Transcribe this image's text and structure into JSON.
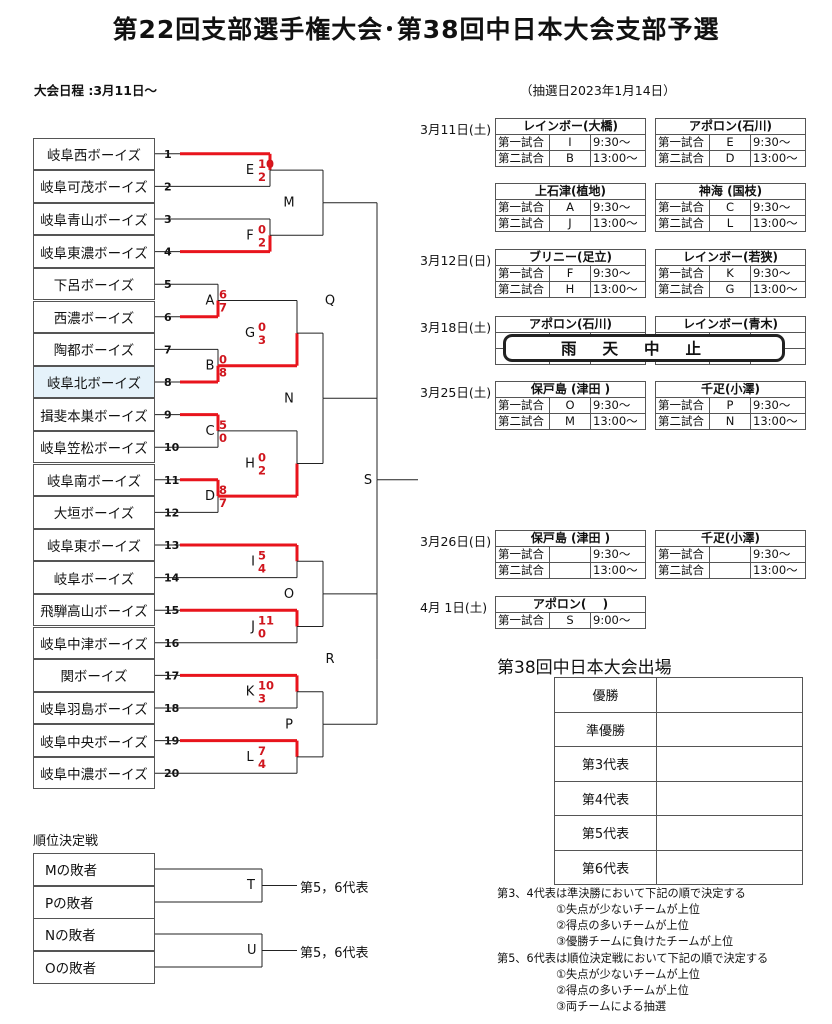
{
  "title": "第22回支部選手権大会･第38回中日本大会支部予選",
  "schedule_label": "大会日程 :3月11日～",
  "draw_date": "（抽選日2023年1月14日）",
  "teams": [
    {
      "num": "1",
      "name": "岐阜西ボーイズ"
    },
    {
      "num": "2",
      "name": "岐阜可茂ボーイズ"
    },
    {
      "num": "3",
      "name": "岐阜青山ボーイズ"
    },
    {
      "num": "4",
      "name": "岐阜東濃ボーイズ"
    },
    {
      "num": "5",
      "name": "下呂ボーイズ"
    },
    {
      "num": "6",
      "name": "西濃ボーイズ"
    },
    {
      "num": "7",
      "name": "陶都ボーイズ"
    },
    {
      "num": "8",
      "name": "岐阜北ボーイズ"
    },
    {
      "num": "9",
      "name": "揖斐本巣ボーイズ"
    },
    {
      "num": "10",
      "name": "岐阜笠松ボーイズ"
    },
    {
      "num": "11",
      "name": "岐阜南ボーイズ"
    },
    {
      "num": "12",
      "name": "大垣ボーイズ"
    },
    {
      "num": "13",
      "name": "岐阜東ボーイズ"
    },
    {
      "num": "14",
      "name": "岐阜ボーイズ"
    },
    {
      "num": "15",
      "name": "飛騨高山ボーイズ"
    },
    {
      "num": "16",
      "name": "岐阜中津ボーイズ"
    },
    {
      "num": "17",
      "name": "関ボーイズ"
    },
    {
      "num": "18",
      "name": "岐阜羽島ボーイズ"
    },
    {
      "num": "19",
      "name": "岐阜中央ボーイズ"
    },
    {
      "num": "20",
      "name": "岐阜中濃ボーイズ"
    }
  ],
  "matches": [
    {
      "id": "A",
      "top": "6",
      "bot": "7"
    },
    {
      "id": "B",
      "top": "0",
      "bot": "8"
    },
    {
      "id": "C",
      "top": "5",
      "bot": "0"
    },
    {
      "id": "D",
      "top": "8",
      "bot": "7"
    },
    {
      "id": "E",
      "top": "10",
      "bot": "2"
    },
    {
      "id": "F",
      "top": "0",
      "bot": "2"
    },
    {
      "id": "G",
      "top": "0",
      "bot": "3"
    },
    {
      "id": "H",
      "top": "0",
      "bot": "2"
    },
    {
      "id": "I",
      "top": "5",
      "bot": "4"
    },
    {
      "id": "J",
      "top": "11",
      "bot": "0"
    },
    {
      "id": "K",
      "top": "10",
      "bot": "3"
    },
    {
      "id": "L",
      "top": "7",
      "bot": "4"
    },
    {
      "id": "M"
    },
    {
      "id": "N"
    },
    {
      "id": "O"
    },
    {
      "id": "P"
    },
    {
      "id": "Q"
    },
    {
      "id": "R"
    },
    {
      "id": "S"
    }
  ],
  "schedule": [
    {
      "date": "3月11日(土)",
      "venues": [
        {
          "venue": "レインボー(大橋)",
          "rows": [
            [
              "第一試合",
              "I",
              "9:30～"
            ],
            [
              "第二試合",
              "B",
              "13:00～"
            ]
          ]
        },
        {
          "venue": "アポロン(石川)",
          "rows": [
            [
              "第一試合",
              "E",
              "9:30～"
            ],
            [
              "第二試合",
              "D",
              "13:00～"
            ]
          ]
        }
      ]
    },
    {
      "date": "",
      "venues": [
        {
          "venue": "上石津(植地)",
          "rows": [
            [
              "第一試合",
              "A",
              "9:30～"
            ],
            [
              "第二試合",
              "J",
              "13:00～"
            ]
          ]
        },
        {
          "venue": "神海 (国枝)",
          "rows": [
            [
              "第一試合",
              "C",
              "9:30～"
            ],
            [
              "第二試合",
              "L",
              "13:00～"
            ]
          ]
        }
      ]
    },
    {
      "date": "3月12日(日)",
      "venues": [
        {
          "venue": "ブリニー(足立)",
          "rows": [
            [
              "第一試合",
              "F",
              "9:30～"
            ],
            [
              "第二試合",
              "H",
              "13:00～"
            ]
          ]
        },
        {
          "venue": "レインボー(若狭)",
          "rows": [
            [
              "第一試合",
              "K",
              "9:30～"
            ],
            [
              "第二試合",
              "G",
              "13:00～"
            ]
          ]
        }
      ]
    },
    {
      "date": "3月18日(土)",
      "venues": [
        {
          "venue": "アポロン(石川)",
          "rows": [
            [
              "",
              "",
              " "
            ],
            [
              "",
              "",
              ""
            ]
          ]
        },
        {
          "venue": "レインボー(青木)",
          "rows": [
            [
              "",
              "",
              ""
            ],
            [
              "",
              "",
              ""
            ]
          ]
        }
      ]
    },
    {
      "date": "3月25日(土)",
      "venues": [
        {
          "venue": "保戸島 (津田 )",
          "rows": [
            [
              "第一試合",
              "O",
              "9:30～"
            ],
            [
              "第二試合",
              "M",
              "13:00～"
            ]
          ]
        },
        {
          "venue": "千疋(小澤)",
          "rows": [
            [
              "第一試合",
              "P",
              "9:30～"
            ],
            [
              "第二試合",
              "N",
              "13:00～"
            ]
          ]
        }
      ]
    },
    {
      "date": "3月26日(日)",
      "venues": [
        {
          "venue": "保戸島 (津田 )",
          "rows": [
            [
              "第一試合",
              "",
              "9:30～"
            ],
            [
              "第二試合",
              "",
              "13:00～"
            ]
          ]
        },
        {
          "venue": "千疋(小澤)",
          "rows": [
            [
              "第一試合",
              "",
              "9:30～"
            ],
            [
              "第二試合",
              "",
              "13:00～"
            ]
          ]
        }
      ]
    },
    {
      "date": "4月 1日(土)",
      "venues": [
        {
          "venue": "アポロン(　 )",
          "rows": [
            [
              "第一試合",
              "S",
              "9:00～"
            ]
          ]
        }
      ]
    }
  ],
  "rain_cancel": "雨天中止",
  "representatives": {
    "title": "第38回中日本大会出場",
    "ranks": [
      "優勝",
      "準優勝",
      "第3代表",
      "第4代表",
      "第5代表",
      "第6代表"
    ]
  },
  "ranking": {
    "title": "順位決定戦",
    "boxes": [
      "Mの敗者",
      "Pの敗者",
      "Nの敗者",
      "Oの敗者"
    ],
    "matches": [
      "T",
      "U"
    ],
    "result_labels": [
      "第5，6代表",
      "第5，6代表"
    ]
  },
  "notes": [
    "第3、4代表は準決勝において下記の順で決定する",
    "①失点が少ないチームが上位",
    "②得点の多いチームが上位",
    "③優勝チームに負けたチームが上位",
    "第5、6代表は順位決定戦において下記の順で決定する",
    "①失点が少ないチームが上位",
    "②得点の多いチームが上位",
    "③両チームによる抽選"
  ],
  "colors": {
    "winner_line": "#e8141c",
    "line": "#222222",
    "highlight": "#e5f2fa"
  }
}
